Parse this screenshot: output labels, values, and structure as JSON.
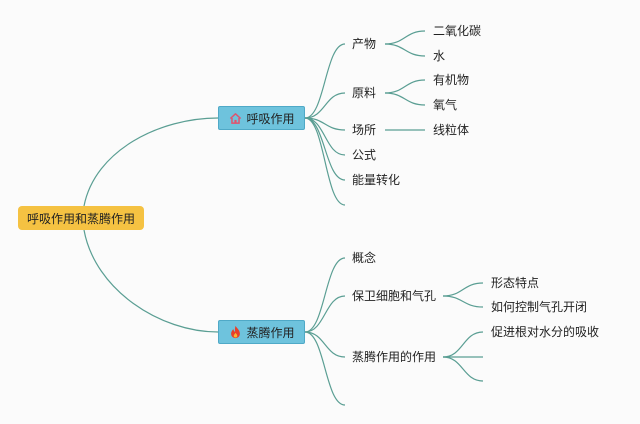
{
  "root": {
    "label": "呼吸作用和蒸腾作用"
  },
  "respiration": {
    "label": "呼吸作用",
    "icon": "home-icon",
    "icon_color": "#e0536e",
    "products": {
      "label": "产物",
      "items": [
        "二氧化碳",
        "水"
      ]
    },
    "materials": {
      "label": "原料",
      "items": [
        "有机物",
        "氧气"
      ]
    },
    "site": {
      "label": "场所",
      "items": [
        "线粒体"
      ]
    },
    "formula": {
      "label": "公式"
    },
    "energy": {
      "label": "能量转化"
    }
  },
  "transpiration": {
    "label": "蒸腾作用",
    "icon": "fire-icon",
    "icon_color": "#e8402a",
    "concept": {
      "label": "概念"
    },
    "guard_cells": {
      "label": "保卫细胞和气孔",
      "items": [
        "形态特点",
        "如何控制气孔开闭"
      ]
    },
    "function": {
      "label": "蒸腾作用的作用",
      "items": [
        "促进根对水分的吸收"
      ]
    }
  },
  "colors": {
    "line": "#5a9e93",
    "root_fill": "#f5c242",
    "main_fill": "#6ec3dd"
  }
}
